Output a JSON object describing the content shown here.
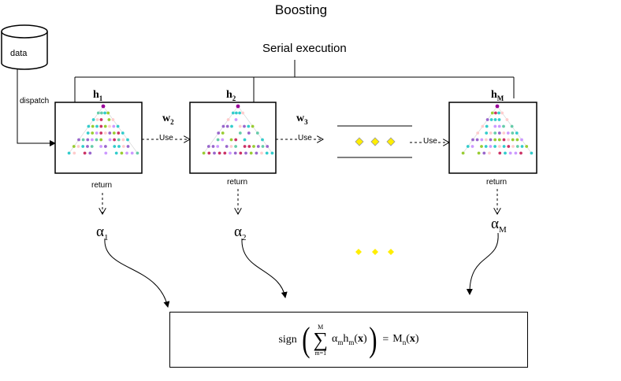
{
  "title": "Boosting",
  "serial_label": "Serial execution",
  "database": {
    "label": "data"
  },
  "dispatch_label": "dispatch",
  "use_label": "Use",
  "return_label": "return",
  "learners": [
    {
      "name": "h",
      "sub": "1"
    },
    {
      "name": "h",
      "sub": "2"
    },
    {
      "name": "h",
      "sub": "M"
    }
  ],
  "weights": [
    {
      "name": "w",
      "sub": "2"
    },
    {
      "name": "w",
      "sub": "3"
    }
  ],
  "alphas": [
    {
      "name": "α",
      "sub": "1"
    },
    {
      "name": "α",
      "sub": "2"
    },
    {
      "name": "α",
      "sub": "M"
    }
  ],
  "formula": {
    "sign": "sign",
    "sum_upper": "M",
    "sum_lower": "m=1",
    "alpha": "α",
    "alpha_sub": "m",
    "h": "h",
    "h_sub": "m",
    "x": "x",
    "equals": "=",
    "M": "M",
    "M_sub": "n"
  },
  "colors": {
    "diamond_fill": "#ffee00",
    "diamond_stroke": "#999999",
    "tree_root": "#990099",
    "tree_dots": [
      "#33cccc",
      "#cc3366",
      "#99cc33",
      "#ffcccc",
      "#cc99ff",
      "#9966cc",
      "#66ccaa"
    ]
  }
}
